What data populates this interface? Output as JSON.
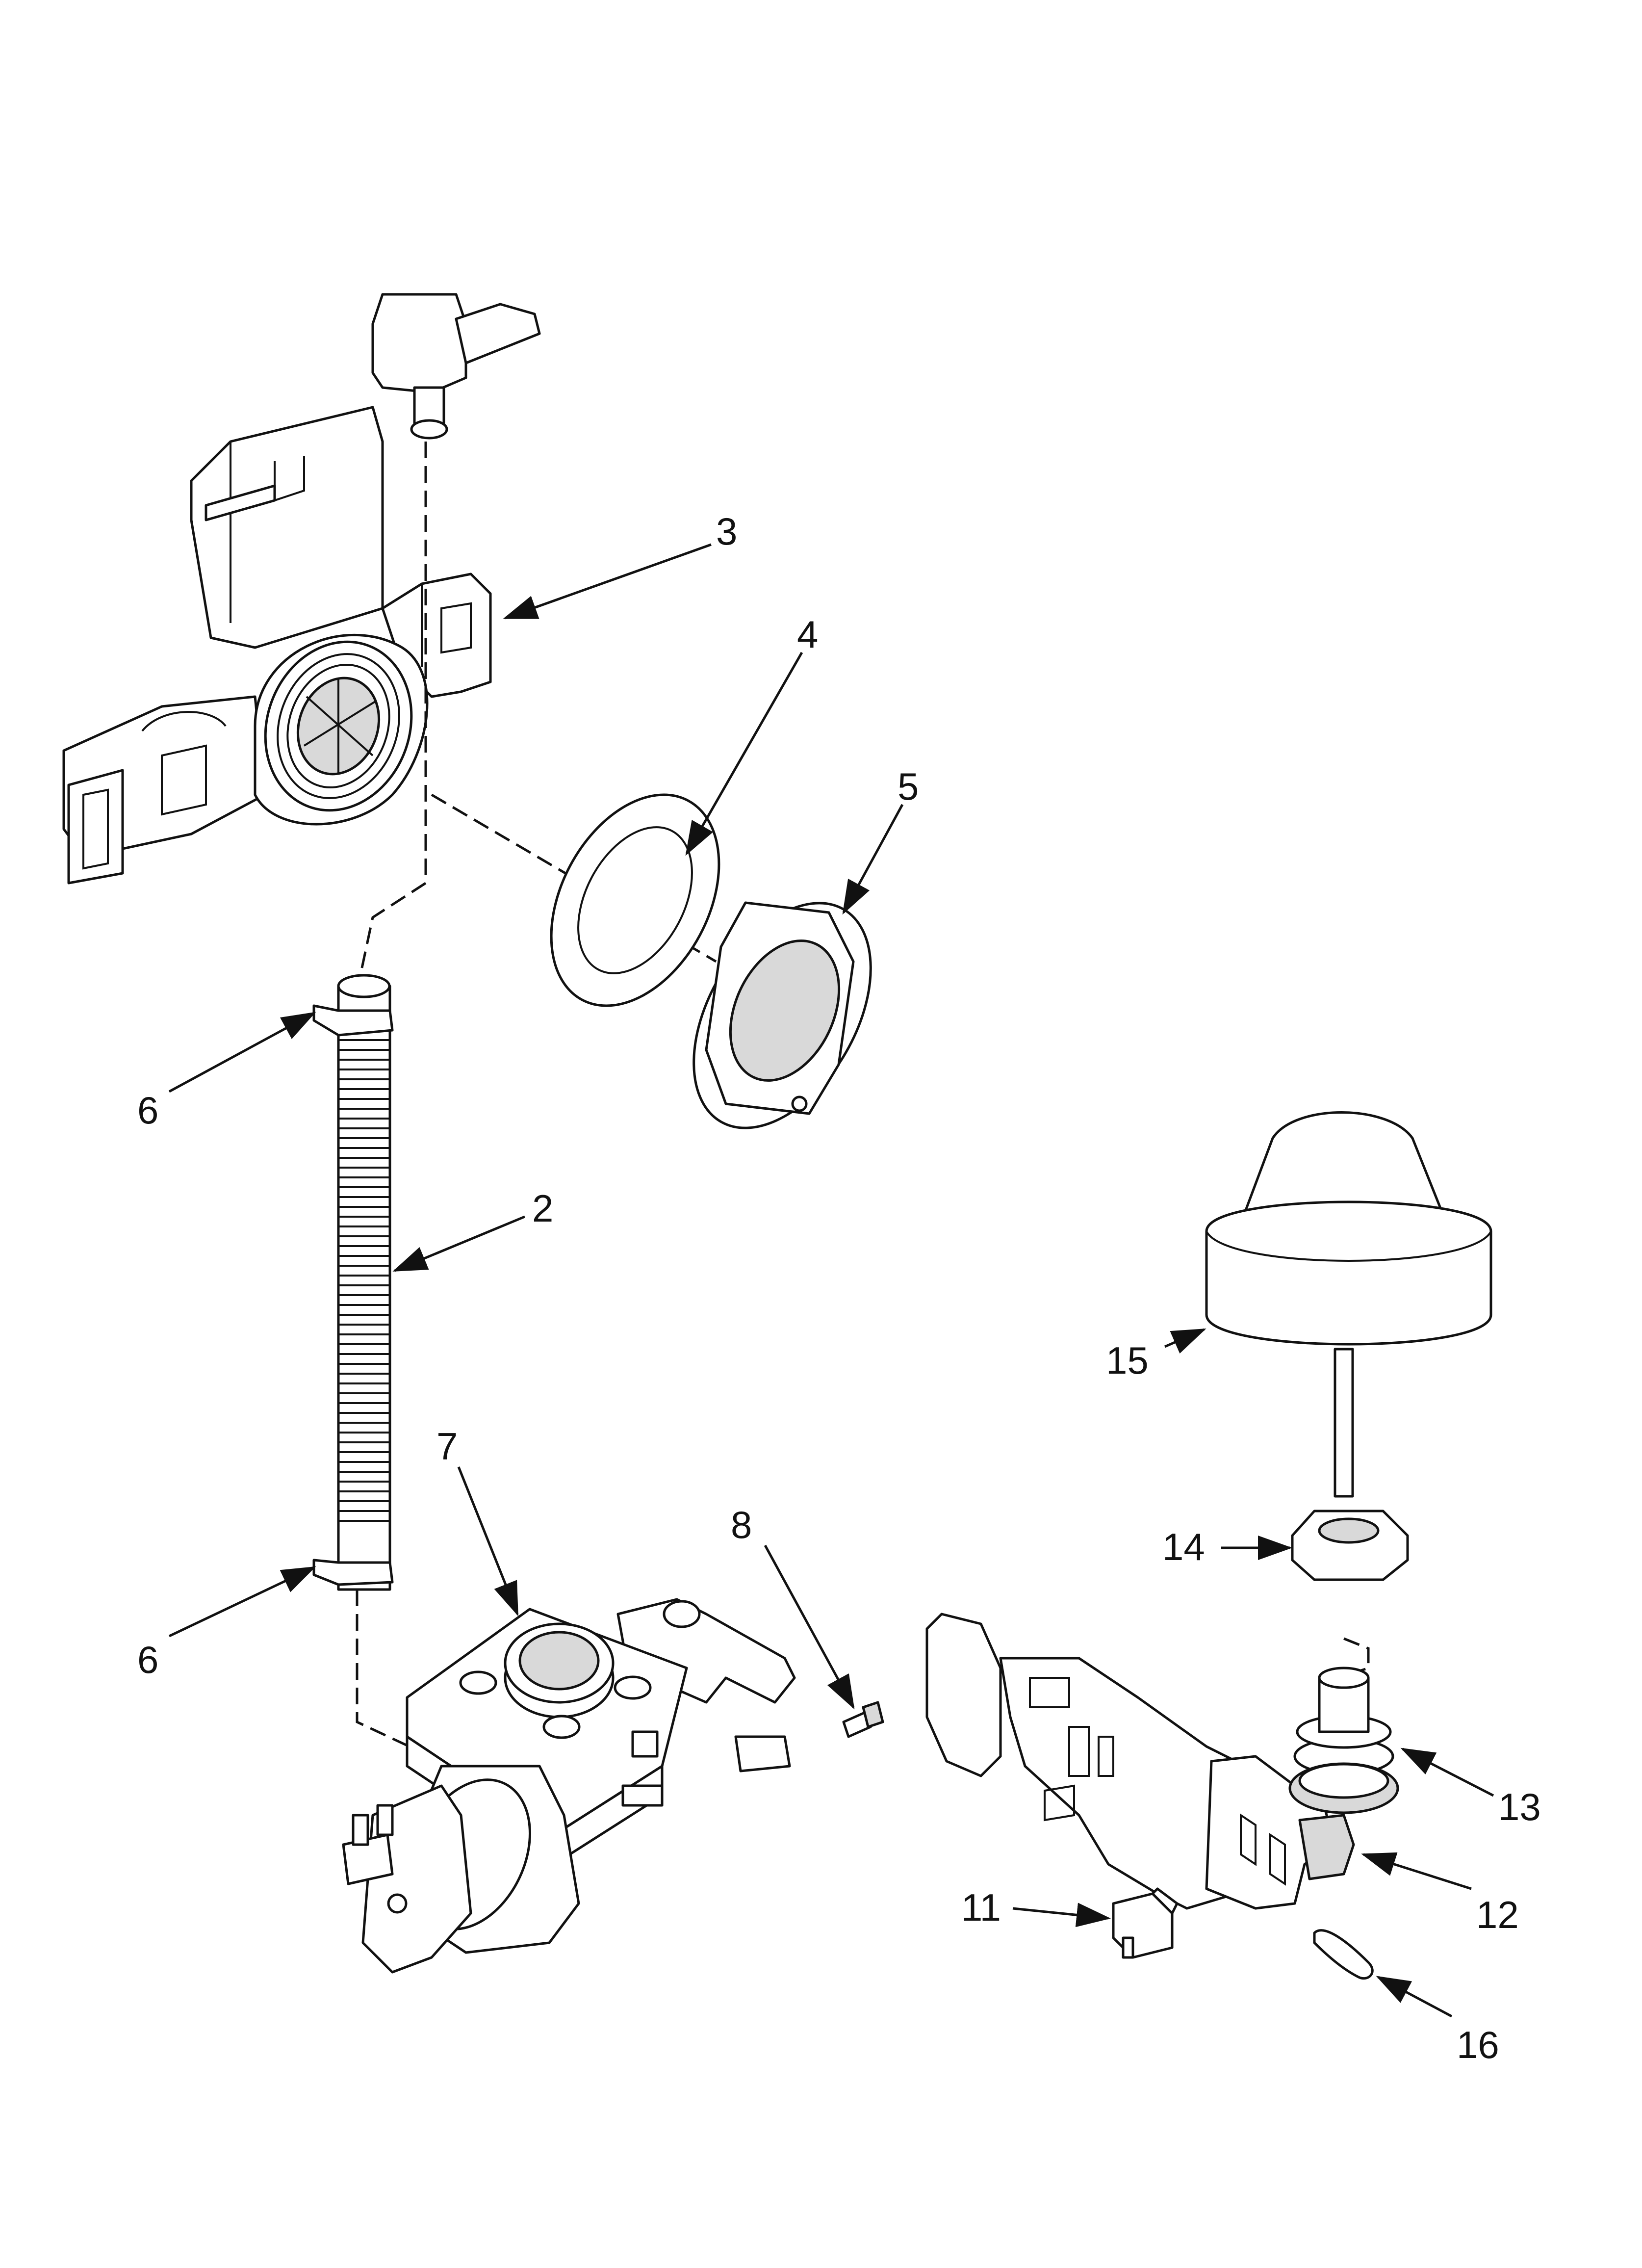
{
  "callouts": {
    "c3": "3",
    "c4": "4",
    "c5": "5",
    "c6a": "6",
    "c2": "2",
    "c6b": "6",
    "c15": "15",
    "c7": "7",
    "c8": "8",
    "c14": "14",
    "c13": "13",
    "c11": "11",
    "c12": "12",
    "c16": "16"
  }
}
